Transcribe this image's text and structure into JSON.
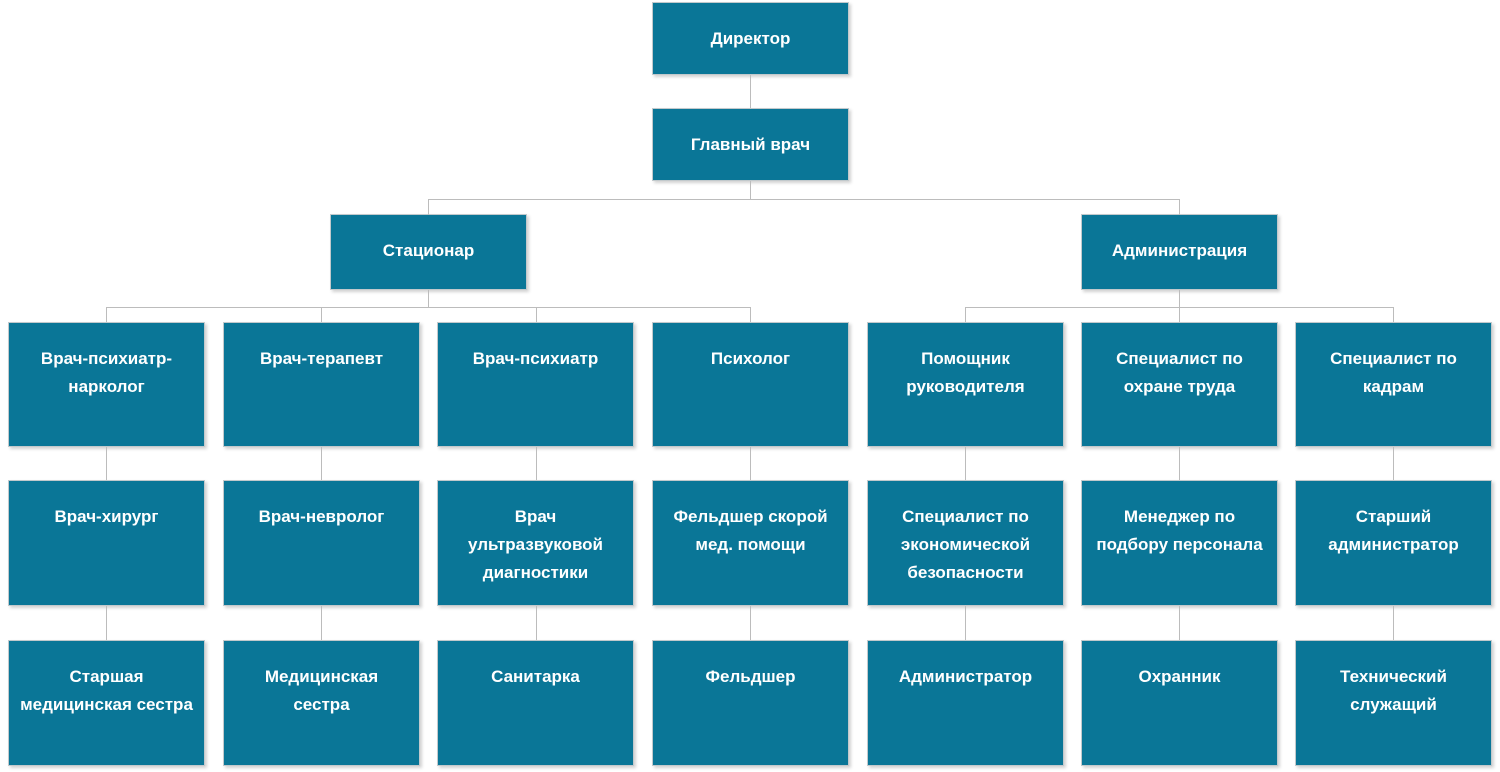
{
  "colors": {
    "node_fill": "#0a7697",
    "node_text": "#ffffff",
    "node_border": "#c2c9cc",
    "connector": "#bcbcbc",
    "background": "#ffffff"
  },
  "org": {
    "root": "Директор",
    "deputy": "Главный врач",
    "branches": [
      {
        "label": "Стационар"
      },
      {
        "label": "Администрация"
      }
    ],
    "columns": [
      {
        "branch": "Стационар",
        "items": [
          "Врач-психиатр-нарколог",
          "Врач-хирург",
          "Старшая медицинская сестра"
        ]
      },
      {
        "branch": "Стационар",
        "items": [
          "Врач-терапевт",
          "Врач-невролог",
          "Медицинская сестра"
        ]
      },
      {
        "branch": "Стационар",
        "items": [
          "Врач-психиатр",
          "Врач ультразвуковой диагностики",
          "Санитарка"
        ]
      },
      {
        "branch": "Стационар",
        "items": [
          "Психолог",
          "Фельдшер скорой мед. помощи",
          "Фельдшер"
        ]
      },
      {
        "branch": "Администрация",
        "items": [
          "Помощник руководителя",
          "Специалист по экономической безопасности",
          "Администратор"
        ]
      },
      {
        "branch": "Администрация",
        "items": [
          "Специалист по охране труда",
          "Менеджер по подбору персонала",
          "Охранник"
        ]
      },
      {
        "branch": "Администрация",
        "items": [
          "Специалист по кадрам",
          "Старший администратор",
          "Технический служащий"
        ]
      }
    ]
  }
}
